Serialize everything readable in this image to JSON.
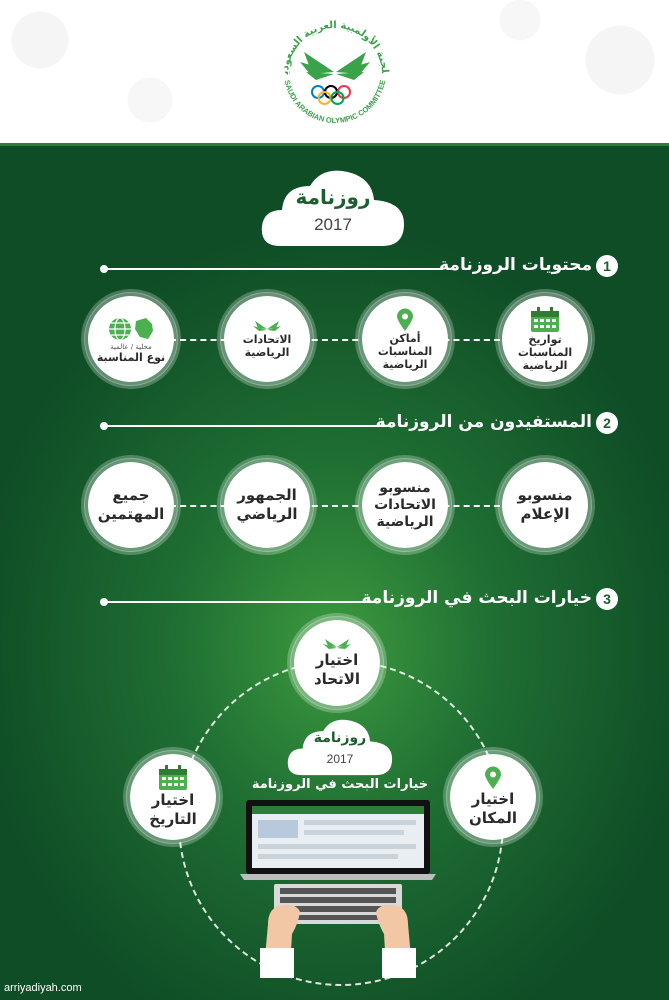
{
  "logo": {
    "arabic_name": "اللجنة الأولمبية العربية السعودية",
    "english_name": "SAUDI ARABIAN OLYMPIC COMMITTEE"
  },
  "top_cloud": {
    "title": "روزنامة",
    "year": "2017"
  },
  "sections": [
    {
      "number": "1",
      "title": "محتويات الروزنامة",
      "items": [
        {
          "label": "تواريخ\nالمناسبات\nالرياضية",
          "icon": "calendar-icon"
        },
        {
          "label": "أماكن\nالمناسبات\nالرياضية",
          "icon": "location-pin-icon"
        },
        {
          "label": "الاتحادات\nالرياضية",
          "icon": "wings-icon"
        },
        {
          "label": "نوع المناسبة",
          "sub": "محلية / عالمية",
          "icon": "globe-map-icon"
        }
      ]
    },
    {
      "number": "2",
      "title": "المستفيدون من الروزنامة",
      "items": [
        {
          "label": "منسوبو\nالإعلام"
        },
        {
          "label": "منسوبو\nالاتحادات\nالرياضية"
        },
        {
          "label": "الجمهور\nالرياضي"
        },
        {
          "label": "جميع\nالمهتمين"
        }
      ]
    },
    {
      "number": "3",
      "title": "خيارات البحث في الروزنامة",
      "items": [
        {
          "label": "اختيار\nالاتحاد",
          "icon": "wings-icon"
        },
        {
          "label": "اختيار\nالتاريخ",
          "icon": "calendar-icon"
        },
        {
          "label": "اختيار\nالمكان",
          "icon": "location-pin-icon"
        }
      ]
    }
  ],
  "center_cloud": {
    "title": "روزنامة",
    "year": "2017"
  },
  "center_caption": "خيارات البحث في الروزنامة",
  "watermark": "arriyadiyah.com",
  "colors": {
    "brand_green": "#1d5e31",
    "accent_green": "#3c9a3e",
    "icon_green": "#4caf50"
  }
}
